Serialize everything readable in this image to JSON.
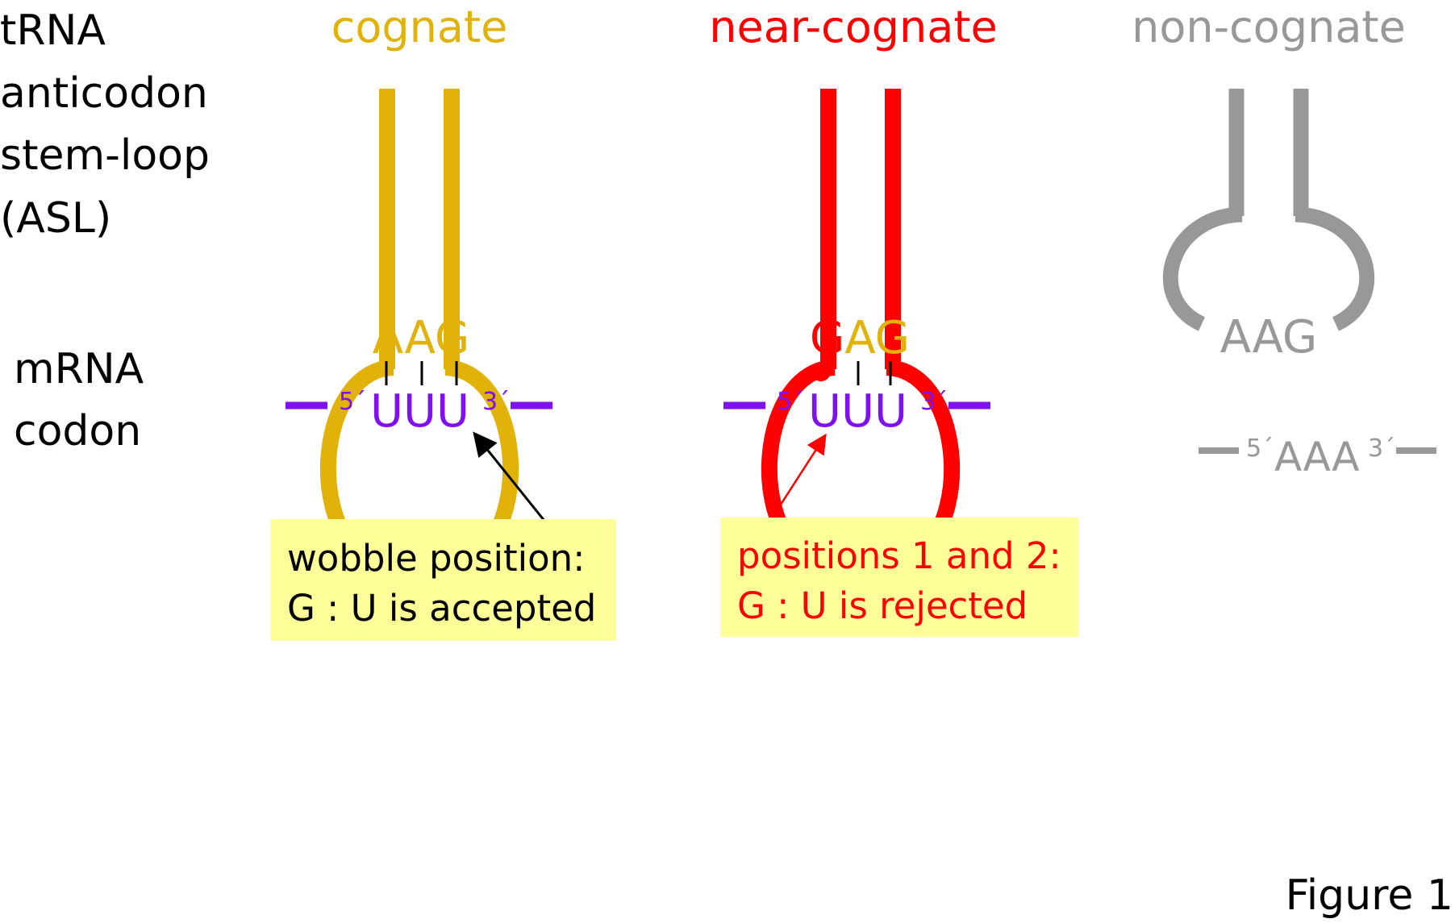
{
  "left_labels": {
    "trna": [
      "tRNA",
      "anticodon",
      "stem-loop",
      "(ASL)"
    ],
    "mrna": [
      "mRNA",
      "codon"
    ]
  },
  "columns": [
    {
      "title": "cognate",
      "anticodon": [
        "A",
        "A",
        "G"
      ],
      "codon": "UUU",
      "five": "5´",
      "three": "3´"
    },
    {
      "title": "near-cognate",
      "anticodon": [
        "G",
        "A",
        "G"
      ],
      "codon": "UUU",
      "five": "5´",
      "three": "3´"
    },
    {
      "title": "non-cognate",
      "anticodon": [
        "A",
        "A",
        "G"
      ],
      "codon": "AAA",
      "five": "5´",
      "three": "3´"
    }
  ],
  "notes": [
    {
      "line1": "wobble position:",
      "line2": "G : U  is accepted"
    },
    {
      "line1": "positions 1 and 2:",
      "line2": "G : U is  rejected"
    }
  ],
  "figure_label": "Figure 1",
  "colors": {
    "cognate": "#E0B20A",
    "near": "#FF0000",
    "non": "#989898",
    "mrna": "#7F10F0",
    "note_bg": "#FFFF99"
  }
}
